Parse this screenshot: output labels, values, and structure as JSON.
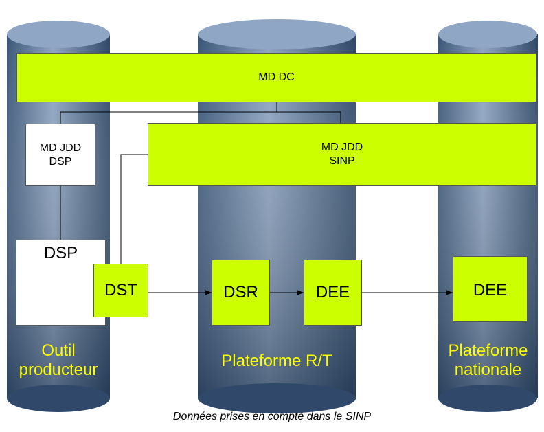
{
  "columns": {
    "left": {
      "label": "Outil\nproducteur"
    },
    "middle": {
      "label": "Plateforme R/T"
    },
    "right": {
      "label": "Plateforme\nnationale"
    }
  },
  "boxes": {
    "md_dc": "MD DC",
    "md_jdd_dsp": "MD JDD\nDSP",
    "md_jdd_sinp": "MD JDD\nSINP",
    "dsp": "DSP",
    "dst": "DST",
    "dsr": "DSR",
    "dee_middle": "DEE",
    "dee_right": "DEE"
  },
  "caption": "Données prises en compte dans le SINP",
  "colors": {
    "highlight": "#ccff00",
    "column_label": "#ffff00",
    "cylinder_light": "#8a9fbd",
    "cylinder_dark": "#2e4766"
  }
}
